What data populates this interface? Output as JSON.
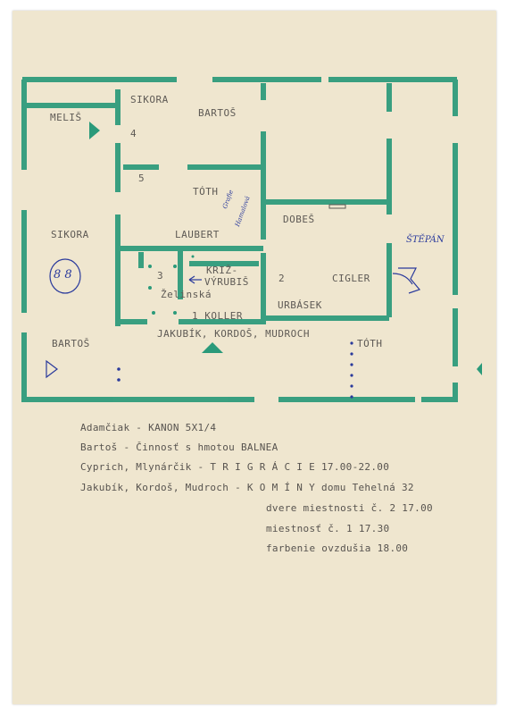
{
  "rooms": {
    "melis": "MELIŠ",
    "sikora_top": "SIKORA",
    "bartos_top": "BARTOŠ",
    "num_4": "4",
    "num_5": "5",
    "toth_mid": "TÓTH",
    "dobes": "DOBEŠ",
    "sikora_left": "SIKORA",
    "laubert": "LAUBERT",
    "num_3": "3",
    "kriz": "KRIŽ-",
    "vyrubis": "VÝRUBIŠ",
    "num_2": "2",
    "cigler": "CIGLER",
    "zelinska": "Želinská",
    "urbasek": "URBÁSEK",
    "koller": "1 KOLLER",
    "jakubik": "JAKUBÍK, KORDOŠ, MUDROCH",
    "bartos_bottom": "BARTOŠ",
    "toth_bottom": "TÓTH"
  },
  "handwriting": {
    "stepan": "ŠTĚPÁN",
    "grafie": "Grafie",
    "hamal": "Hamalová",
    "circle_mark": "8 8"
  },
  "schedule": [
    "Adamčiak - KANON 5X1/4",
    "Bartoš - Činnosť s hmotou BALNEA",
    "Cyprich, Mlynárčik - T R I  G R Á C I E 17.00-22.00",
    "Jakubík, Kordoš, Mudroch -  K O M Í N Y domu Tehelná 32",
    "dvere miestnosti č. 2 17.00",
    "miestnosť č. 1 17.30",
    "farbenie ovzdušia 18.00"
  ],
  "colors": {
    "paper": "#efe6cf",
    "wall": "#2a9a7a",
    "ink_type": "#57534f",
    "ink_pen": "#2a3a9c"
  }
}
